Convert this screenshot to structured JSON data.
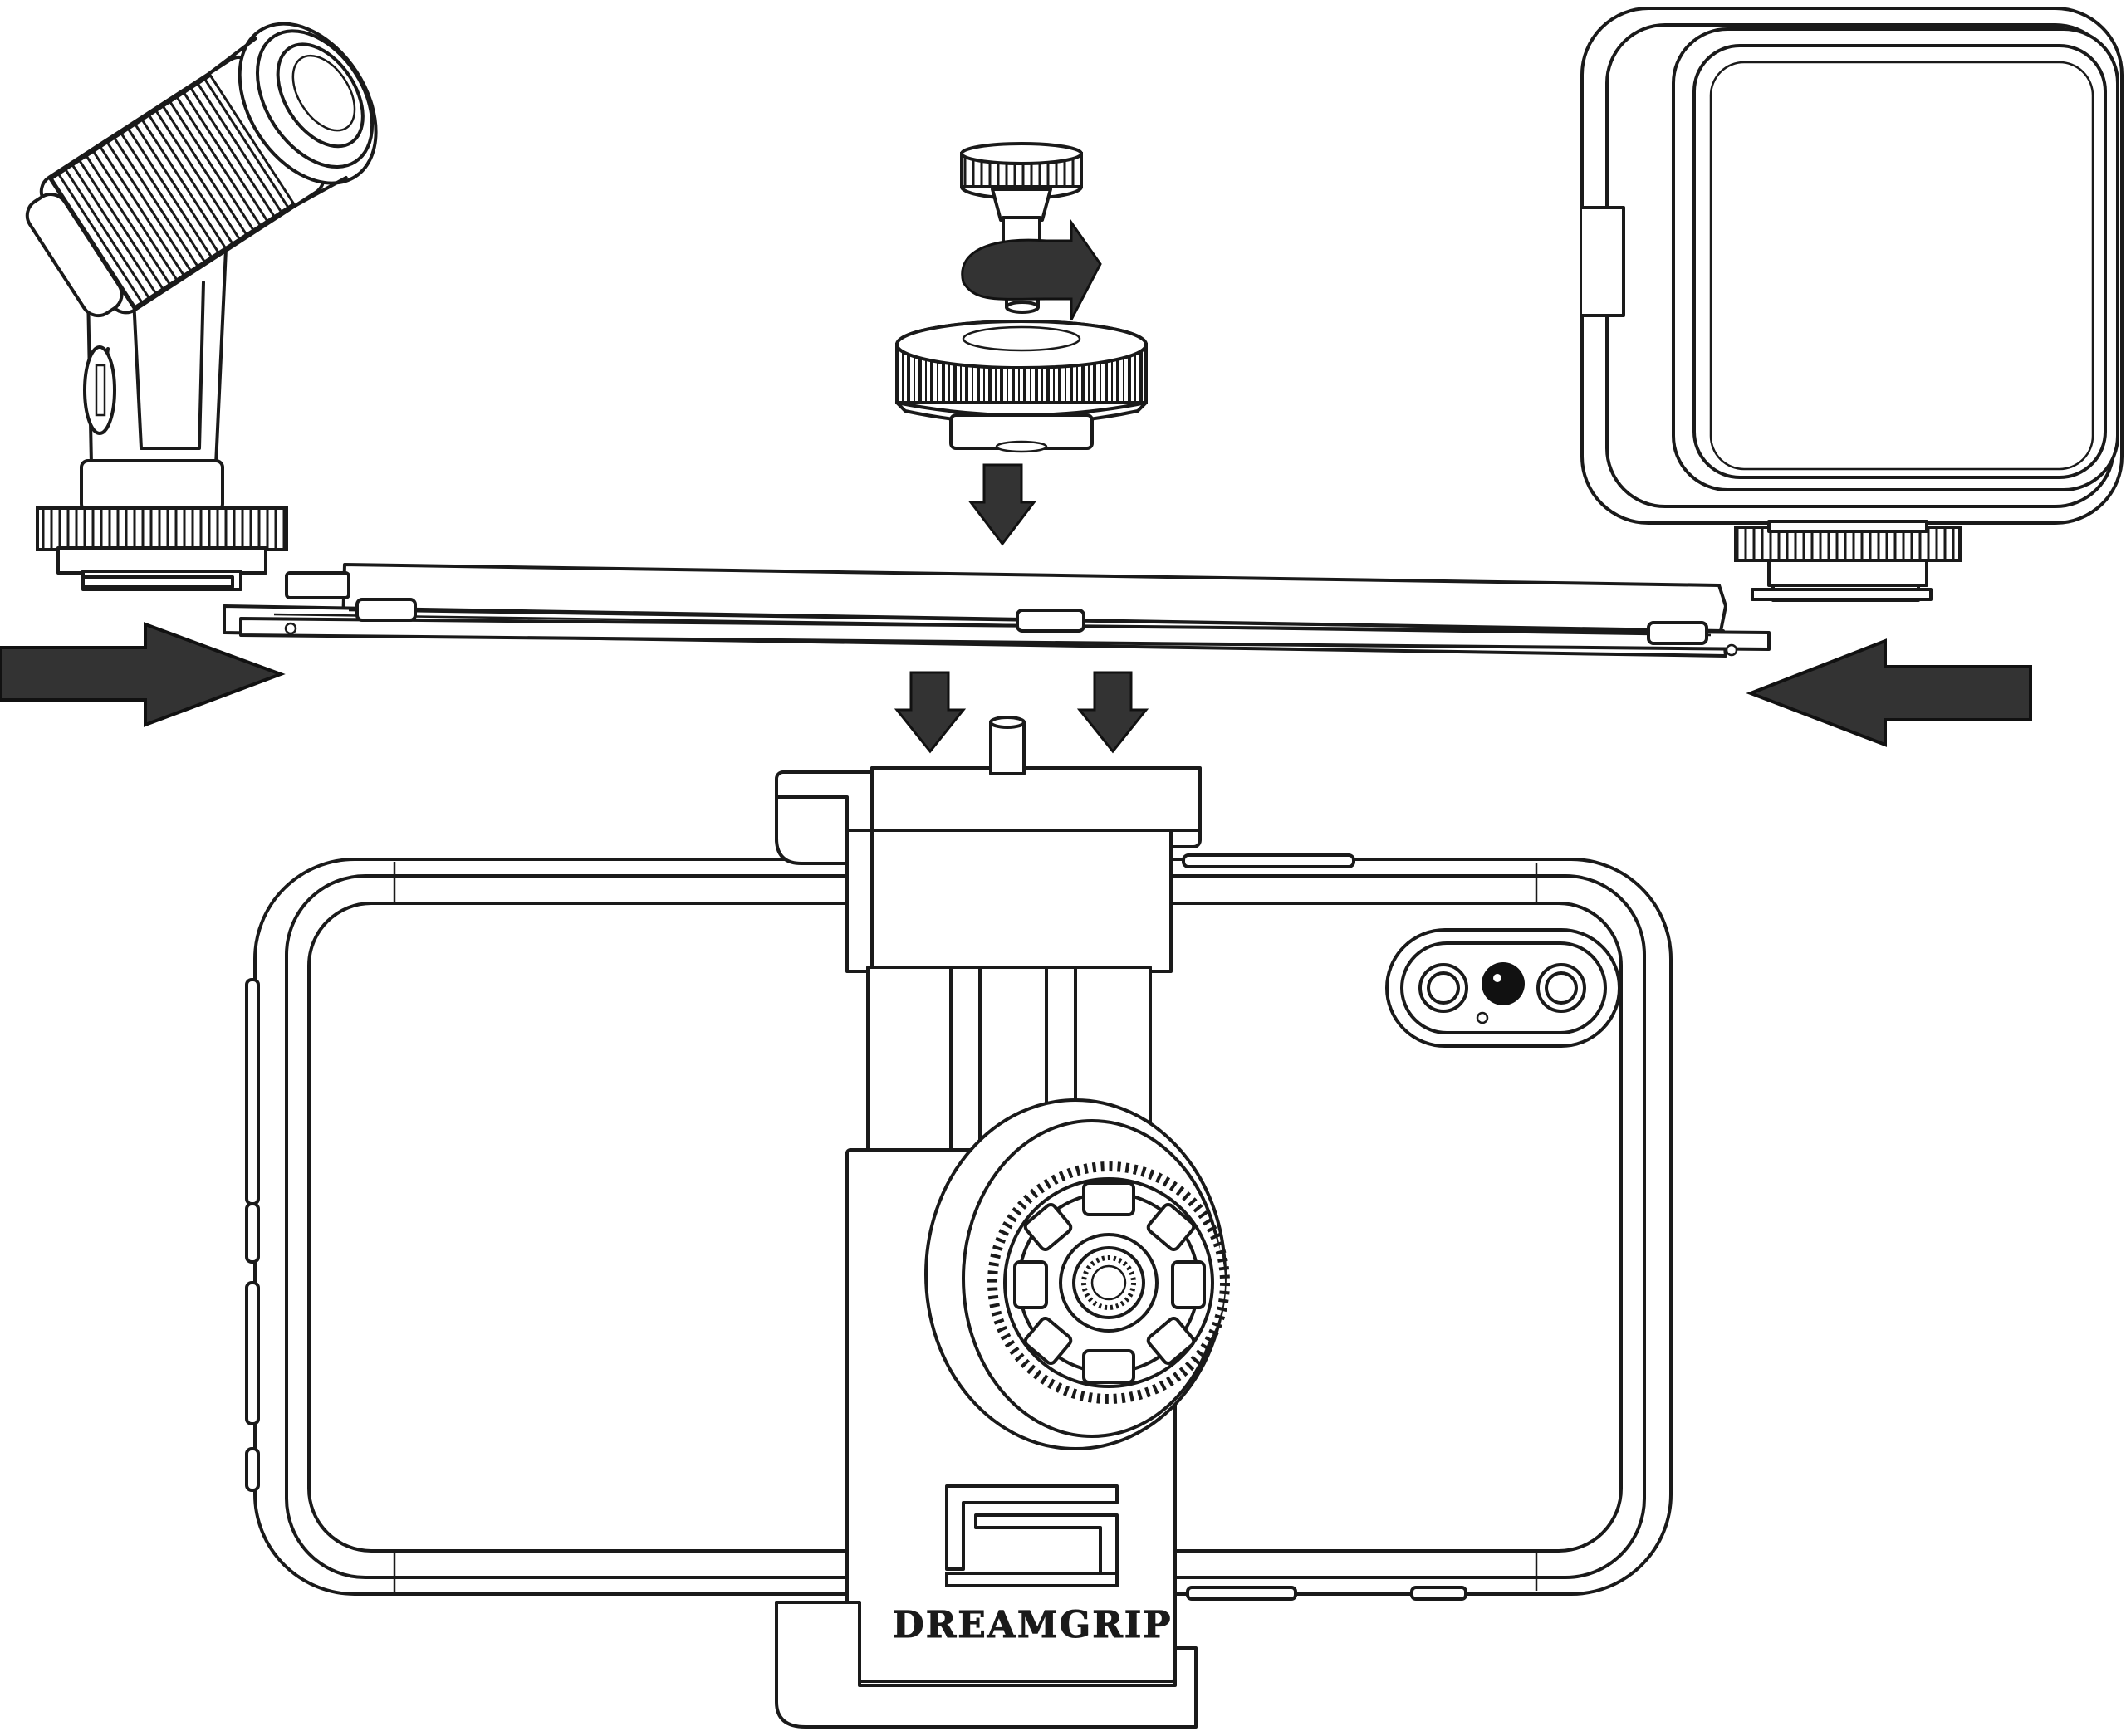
{
  "brand": {
    "name": "DREAMGRIP"
  },
  "colors": {
    "line": "#1a1a1a",
    "arrow_fill": "#333333",
    "arrow_stroke": "#111111",
    "background": "#ffffff"
  },
  "components": [
    {
      "name": "shotgun-microphone-icon"
    },
    {
      "name": "cold-shoe-screw-icon"
    },
    {
      "name": "led-light-panel-icon"
    },
    {
      "name": "cold-shoe-extension-bar-icon"
    },
    {
      "name": "smartphone-icon"
    },
    {
      "name": "phone-clamp-mount-icon"
    }
  ],
  "arrows": [
    {
      "name": "rotate-tighten-arrow",
      "direction": "clockwise"
    },
    {
      "name": "arrow-down-screw",
      "direction": "down"
    },
    {
      "name": "arrow-down-left",
      "direction": "down"
    },
    {
      "name": "arrow-down-right",
      "direction": "down"
    },
    {
      "name": "arrow-slide-right",
      "direction": "right"
    },
    {
      "name": "arrow-slide-left",
      "direction": "left"
    }
  ]
}
